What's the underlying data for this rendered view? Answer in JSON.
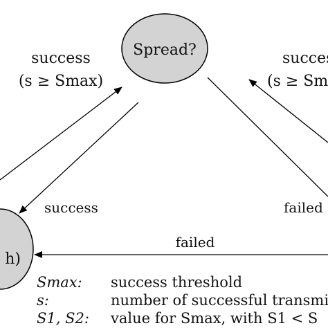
{
  "nodes": {
    "spread": {
      "label": "Spread?",
      "fill": "#d3d3d3"
    },
    "left": {
      "label": "h)",
      "fill": "#d3d3d3"
    }
  },
  "edges": {
    "left_to_spread": {
      "line1": "success",
      "line2": "(s ≥ Smax)"
    },
    "right_to_spread": {
      "line1": "succes",
      "line2": "(s ≥ Sma"
    },
    "spread_to_left": {
      "label": "success"
    },
    "spread_to_right": {
      "label": "failed"
    },
    "right_to_left": {
      "label": "failed"
    }
  },
  "legend": [
    {
      "key": "Smax:",
      "desc": "success threshold"
    },
    {
      "key": "s:",
      "desc": "number of successful transmi"
    },
    {
      "key": "S1, S2:",
      "desc": "value for Smax, with S1 < S"
    }
  ]
}
